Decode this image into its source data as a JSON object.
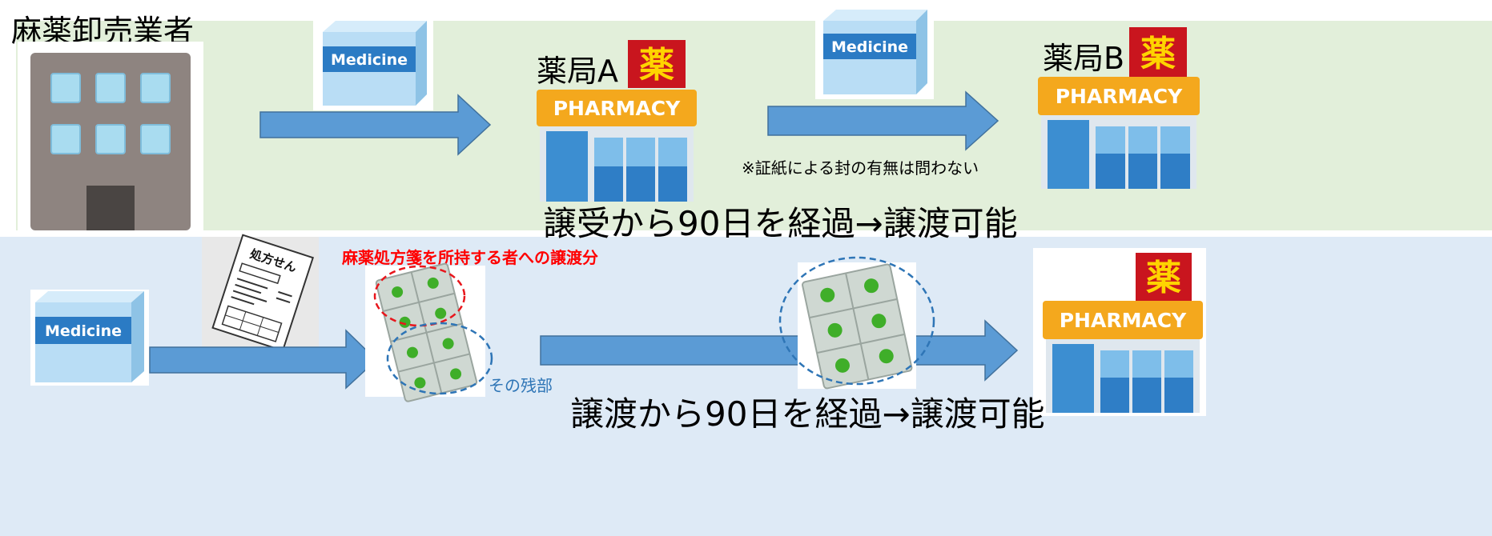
{
  "colors": {
    "top_band": "#e2efda",
    "bottom_band": "#deeaf6",
    "arrow": "#5b9bd5",
    "arrow_border": "#41719c",
    "red_text": "#ff0000",
    "blue_text": "#2e75b6",
    "pharmacy_sign": "#f4a81d",
    "kanji_sign": "#c9151e"
  },
  "top": {
    "wholesaler_label": "麻薬卸売業者",
    "pharmacy_a_label": "薬局A",
    "pharmacy_b_label": "薬局B",
    "seal_note": "※証紙による封の有無は問わない",
    "rule_text": "譲受から90日を経過→譲渡可能"
  },
  "bottom": {
    "prescription_note": "麻薬処方箋を所持する者への譲渡分",
    "remainder_label": "その残部",
    "rule_text": "譲渡から90日を経過→譲渡可能"
  },
  "icons": {
    "medicine_box_text": "Medicine",
    "pharmacy_sign_text": "PHARMACY",
    "kanji_sign": "薬",
    "prescription_title": "処方せん"
  }
}
